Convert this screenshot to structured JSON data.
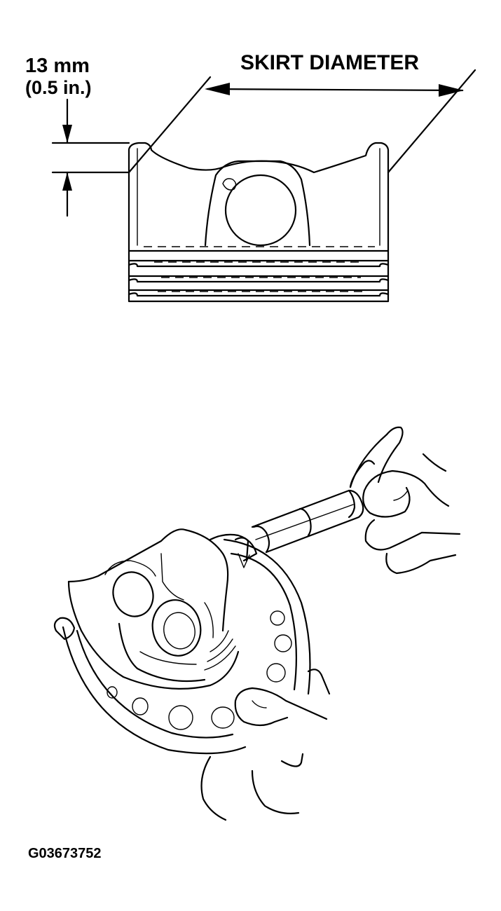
{
  "labels": {
    "measure_mm": "13 mm",
    "measure_in": "(0.5 in.)",
    "skirt_diameter": "SKIRT DIAMETER",
    "figure_code": "G03673752"
  },
  "colors": {
    "ink": "#000000",
    "paper": "#ffffff"
  }
}
